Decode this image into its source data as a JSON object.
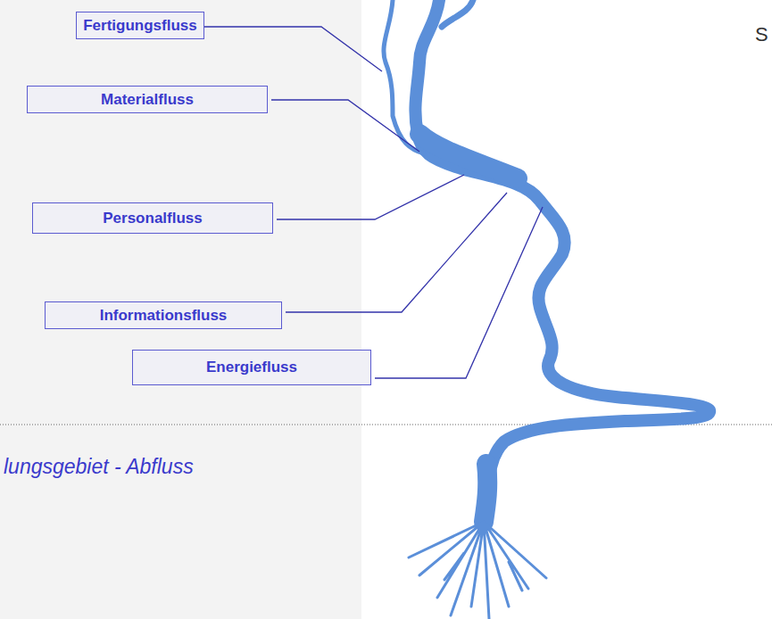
{
  "diagram": {
    "nodes": [
      {
        "text": [
          "Fertigungsfluss"
        ]
      },
      {
        "text": [
          "Materialfluss"
        ]
      },
      {
        "text": [
          "Personalfluss"
        ]
      },
      {
        "text": [
          "Informationsfluss"
        ]
      },
      {
        "text": [
          "Energiefluss"
        ]
      }
    ],
    "labels": [
      "lungsgebiet - Abfluss",
      "S"
    ]
  }
}
